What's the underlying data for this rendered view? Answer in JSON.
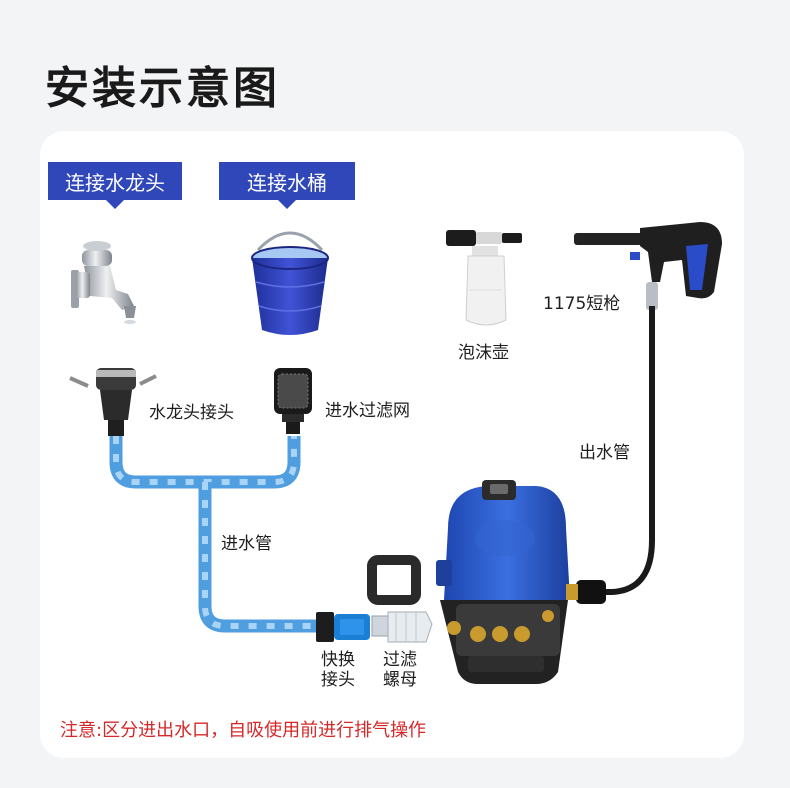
{
  "title": "安装示意图",
  "tags": {
    "faucet": "连接水龙头",
    "bucket": "连接水桶"
  },
  "labels": {
    "faucet_adapter": "水龙头接头",
    "inlet_filter": "进水过滤网",
    "inlet_hose": "进水管",
    "foam_pot": "泡沫壶",
    "gun": "1175短枪",
    "outlet_hose": "出水管",
    "quick_connector_l1": "快换",
    "quick_connector_l2": "接头",
    "filter_nut_l1": "过滤",
    "filter_nut_l2": "螺母"
  },
  "note": "注意:区分进出水口，自吸使用前进行排气操作",
  "colors": {
    "accent": "#2f47b8",
    "warning": "#d62828",
    "hose": "#6cb2e6",
    "machine": "#2a5fcf"
  }
}
